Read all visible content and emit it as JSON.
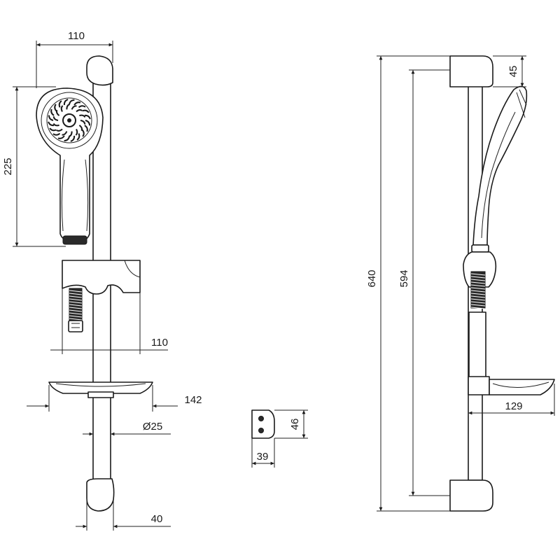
{
  "figure": {
    "left_view": {
      "dims": {
        "handshower_width": "110",
        "handshower_length": "225",
        "slider_depth": "110",
        "soap_dish_width": "142",
        "rail_diameter": "Ø25",
        "bracket_depth": "40"
      }
    },
    "bracket_detail": {
      "dims": {
        "height": "46",
        "width": "39"
      }
    },
    "side_view": {
      "dims": {
        "bracket_height": "45",
        "total_length": "640",
        "bar_length": "594",
        "soap_dish_depth": "129"
      }
    }
  }
}
